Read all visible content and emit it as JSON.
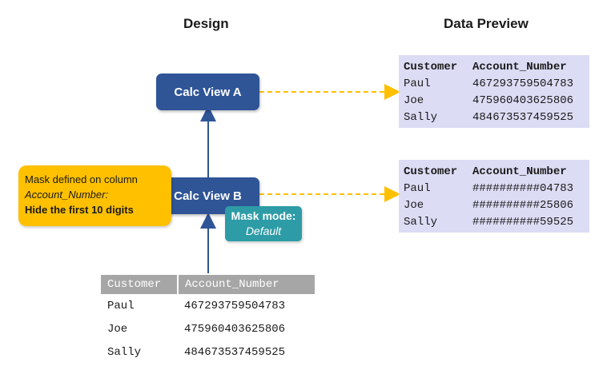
{
  "headings": {
    "design": "Design",
    "data_preview": "Data Preview"
  },
  "calc_view_a": "Calc View A",
  "calc_view_b": "Calc View B",
  "mask_note": {
    "line1": "Mask defined on column",
    "line2": "Account_Number:",
    "line3": "Hide the first 10 digits"
  },
  "mask_mode": {
    "label": "Mask mode:",
    "value": "Default"
  },
  "columns": [
    "Customer",
    "Account_Number"
  ],
  "preview_a": {
    "rows": [
      {
        "customer": "Paul",
        "account": "467293759504783"
      },
      {
        "customer": "Joe",
        "account": "475960403625806"
      },
      {
        "customer": "Sally",
        "account": "484673537459525"
      }
    ]
  },
  "preview_b": {
    "rows": [
      {
        "customer": "Paul",
        "account": "##########04783"
      },
      {
        "customer": "Joe",
        "account": "##########25806"
      },
      {
        "customer": "Sally",
        "account": "##########59525"
      }
    ]
  },
  "source_table": {
    "rows": [
      {
        "customer": "Paul",
        "account": "467293759504783"
      },
      {
        "customer": "Joe",
        "account": "475960403625806"
      },
      {
        "customer": "Sally",
        "account": "484673537459525"
      }
    ]
  },
  "colors": {
    "calc_view": "#2f5597",
    "note": "#ffc000",
    "mask_mode": "#2e9ca6",
    "preview_bg": "#dcdcf5",
    "arrow_dashed": "#ffc000",
    "arrow_solid": "#2f5597",
    "table_header": "#a6a6a6"
  }
}
